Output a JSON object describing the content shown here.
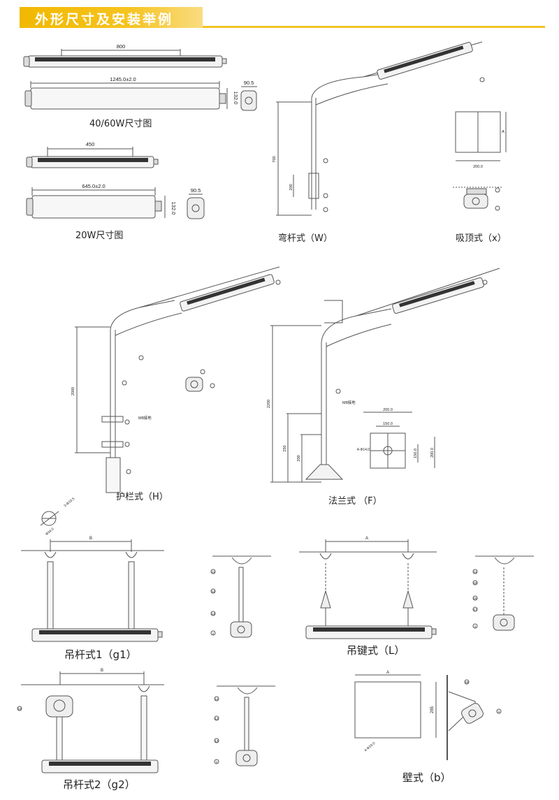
{
  "header": {
    "title": "外形尺寸及安装举例",
    "accent": "#f2b800"
  },
  "dims": {
    "d800": "800",
    "d1245": "1245.0±2.0",
    "d132a": "132.0",
    "d905a": "90.5",
    "d450": "450",
    "d645": "645.0±2.0",
    "d132b": "132.0",
    "d905b": "90.5",
    "d700": "700",
    "d200w": "200",
    "d2000": "2000",
    "d2200": "2200",
    "d250": "250",
    "d200f": "200",
    "d200a": "200.0",
    "d150a": "150.0",
    "d150b": "150.0",
    "d200b": "200.0",
    "d200x": "200.0",
    "dA_x": "A",
    "dB1": "B",
    "dA_L": "A",
    "dB2": "B",
    "dA_b": "A",
    "d285": "285",
    "d4phi": "4-Φ14.0",
    "d4phi2": "4-Φ10.0",
    "d3phi": "3-Φ10.5",
    "dphi": "Φ34.0"
  },
  "notes": {
    "ground1": "M8接地",
    "ground2": "M8接地"
  },
  "captions": {
    "c1": "40/60W尺寸图",
    "c2": "20W尺寸图",
    "c3": "弯杆式（W）",
    "c4": "吸顶式（x）",
    "c5": "护栏式（H）",
    "c6": "法兰式 （F）",
    "c7": "吊杆式1（g1）",
    "c8": "吊键式（L）",
    "c9": "吊杆式2（g2）",
    "c10": "壁式（b）"
  },
  "callouts": {
    "one": "1",
    "eleven": "11",
    "twelve": "12",
    "thirteen": "13",
    "sixteen": "16",
    "seventeen": "17",
    "eighteen": "18",
    "ten": "10"
  }
}
